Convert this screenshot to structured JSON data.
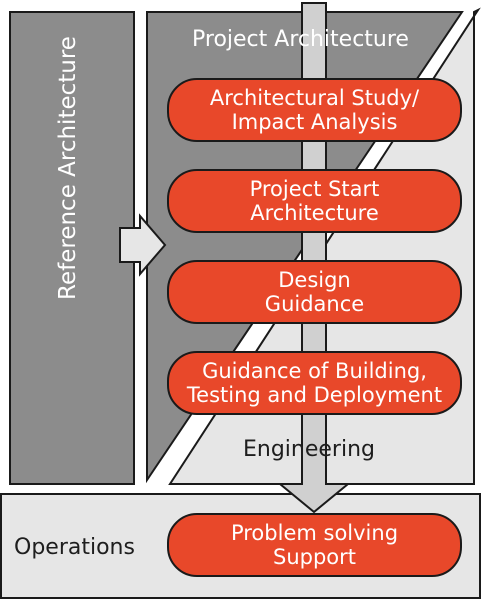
{
  "diagram": {
    "reference_architecture": "Reference Architecture",
    "project_architecture": "Project Architecture",
    "engineering": "Engineering",
    "operations": "Operations",
    "steps": [
      {
        "line1": "Architectural Study/",
        "line2": "Impact Analysis"
      },
      {
        "line1": "Project Start",
        "line2": "Architecture"
      },
      {
        "line1": "Design",
        "line2": "Guidance"
      },
      {
        "line1": "Guidance of Building,",
        "line2": "Testing and Deployment"
      }
    ],
    "operations_step": {
      "line1": "Problem solving",
      "line2": "Support"
    }
  },
  "colors": {
    "dark_gray": "#8c8c8c",
    "light_gray": "#e6e6e6",
    "accent": "#e8482a",
    "stroke": "#1a1a1a"
  }
}
